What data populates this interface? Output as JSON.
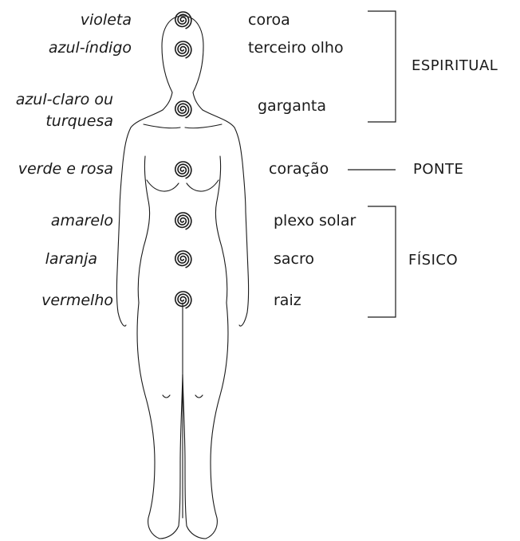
{
  "chakras": [
    {
      "id": "coroa",
      "color_label": "violeta",
      "name": "coroa"
    },
    {
      "id": "terceiro-olho",
      "color_label": "azul-índigo",
      "name": "terceiro olho"
    },
    {
      "id": "garganta",
      "color_label_lines": [
        "azul-claro ou",
        "turquesa"
      ],
      "name": "garganta"
    },
    {
      "id": "coracao",
      "color_label": "verde e rosa",
      "name": "coração"
    },
    {
      "id": "plexo-solar",
      "color_label": "amarelo",
      "name": "plexo solar"
    },
    {
      "id": "sacro",
      "color_label": "laranja",
      "name": "sacro"
    },
    {
      "id": "raiz",
      "color_label": "vermelho",
      "name": "raiz"
    }
  ],
  "groups": {
    "espiritual": "ESPIRITUAL",
    "ponte": "PONTE",
    "fisico": "FÍSICO"
  },
  "style": {
    "ink": "#1a1a1a",
    "background": "#ffffff"
  }
}
